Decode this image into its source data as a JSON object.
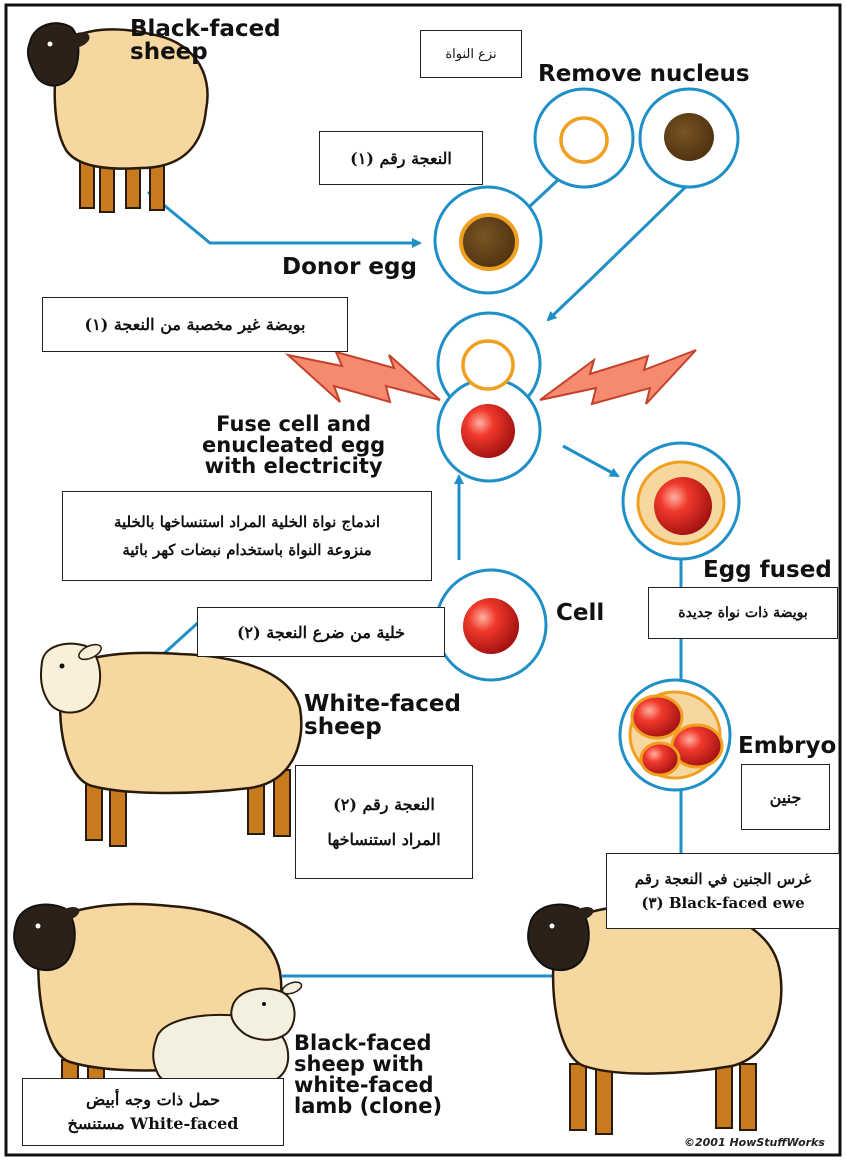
{
  "labels": {
    "black_faced_sheep": [
      "Black-faced",
      "sheep"
    ],
    "remove_nucleus": "Remove nucleus",
    "donor_egg": "Donor egg",
    "fuse": [
      "Fuse cell and",
      "enucleated egg",
      "with electricity"
    ],
    "egg_fused": "Egg fused",
    "cell": "Cell",
    "white_faced_sheep": [
      "White-faced",
      "sheep"
    ],
    "embryo": "Embryo",
    "result": [
      "Black-faced",
      "sheep with",
      "white-faced",
      "lamb (clone)"
    ],
    "copyright": "©2001 HowStuffWorks"
  },
  "arabic": {
    "remove_nucleus": "نزع النواة",
    "ewe_1": "النعجة رقم (١)",
    "unfertilized_egg": "بويضة  غير مخصبة من النعجة (١)",
    "fusion": [
      "اندماج نواة الخلية المراد استنساخها بالخلية",
      "منزوعة النواة باستخدام نبضات كهر بائية"
    ],
    "udder_cell": "خلية من ضرع النعجة (٢)",
    "ewe_2": [
      "النعجة رقم (٢)",
      "المراد استنساخها"
    ],
    "new_nucleus_egg": "بويضة ذات نواة جديدة",
    "embryo": "جنين",
    "implant": [
      "غرس الجنين في النعجة رقم",
      "Black-faced ewe (٣)"
    ],
    "lamb": [
      "حمل ذات وجه أبيض",
      "White-faced مستنسخ"
    ]
  },
  "colors": {
    "cell_ring": "#1f8fc7",
    "cell_fill": "#ffffff",
    "nucleus_brown": "#5a3a12",
    "nucleus_red": "#e1231c",
    "wool": "#f6d7a0",
    "wool_outline": "#2a1a0a",
    "legs": "#c77a1e",
    "black_face": "#2b2118",
    "white_face": "#f8f0d8",
    "bolt_fill": "#f58a70",
    "bolt_outline": "#c4412a"
  }
}
